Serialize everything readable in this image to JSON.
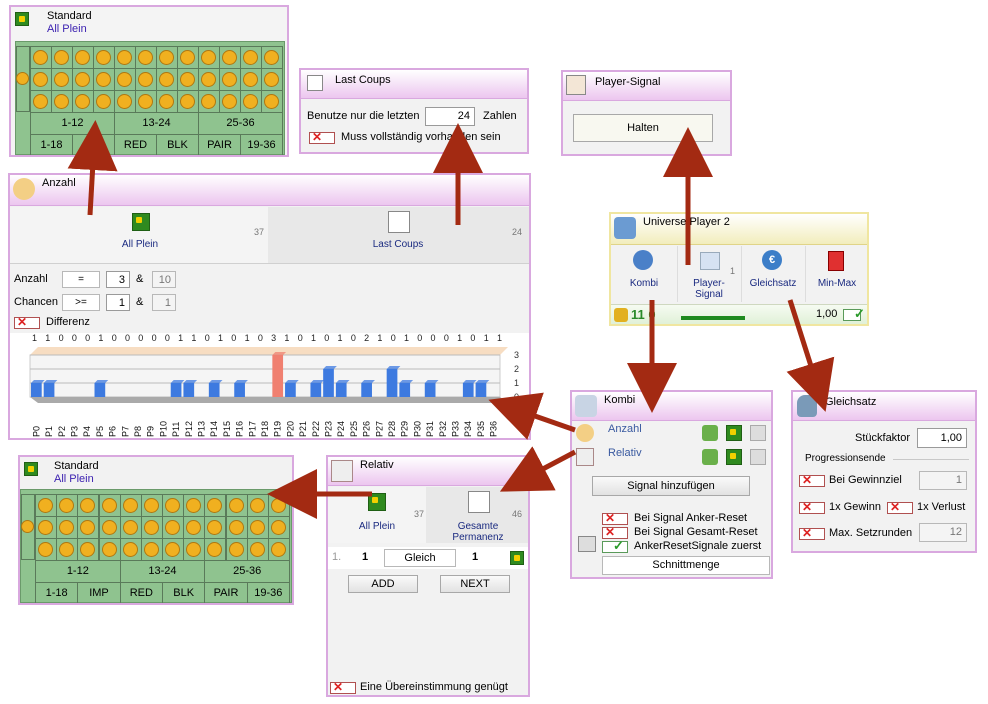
{
  "standard_top": {
    "title": "Standard",
    "subtitle": "All Plein"
  },
  "standard_bottom": {
    "title": "Standard",
    "subtitle": "All Plein"
  },
  "roulette": {
    "row1": [
      "1-12",
      "13-24",
      "25-36"
    ],
    "row2": [
      "1-18",
      "IMP",
      "RED",
      "BLK",
      "PAIR",
      "19-36"
    ]
  },
  "last_coups": {
    "title": "Last Coups",
    "label_prefix": "Benutze nur die letzten",
    "value": "24",
    "label_suffix": "Zahlen",
    "check_label": "Muss vollständig vorhanden sein"
  },
  "player_signal": {
    "title": "Player-Signal",
    "button": "Halten"
  },
  "universe": {
    "title": "Universe Player 2",
    "tabs": [
      {
        "label": "Kombi",
        "num": ""
      },
      {
        "label": "Player-Signal",
        "num": "1"
      },
      {
        "label": "Gleichsatz",
        "num": ""
      },
      {
        "label": "Min-Max",
        "num": ""
      }
    ],
    "score": "11 0",
    "value": "1,00"
  },
  "anzahl": {
    "title": "Anzahl",
    "tab1": {
      "label": "All Plein",
      "num": "37"
    },
    "tab2": {
      "label": "Last Coups",
      "num": "24"
    },
    "row_anzahl": {
      "label": "Anzahl",
      "op": "=",
      "value": "3",
      "amp": "&",
      "value2": "10"
    },
    "row_chancen": {
      "label": "Chancen",
      "op": ">=",
      "value": "1",
      "amp": "&",
      "value2": "1"
    },
    "differenz": "Differenz",
    "top_digits": "1 1 0 0 0 1 0 0 0 0 0 1 1 0 1 0 1 0 3 1 0 1 0 1 0 2 1 0 1 0 0 0 1 0 1 1",
    "axis_ticks": [
      "3",
      "2",
      "1",
      "0"
    ]
  },
  "chart_data": {
    "type": "bar",
    "title": "",
    "categories": [
      "P0",
      "P1",
      "P2",
      "P3",
      "P4",
      "P5",
      "P6",
      "P7",
      "P8",
      "P9",
      "P10",
      "P11",
      "P12",
      "P13",
      "P14",
      "P15",
      "P16",
      "P17",
      "P18",
      "P19",
      "P20",
      "P21",
      "P22",
      "P23",
      "P24",
      "P25",
      "P26",
      "P27",
      "P28",
      "P29",
      "P30",
      "P31",
      "P32",
      "P33",
      "P34",
      "P35",
      "P36"
    ],
    "values": [
      1,
      1,
      0,
      0,
      0,
      1,
      0,
      0,
      0,
      0,
      0,
      1,
      1,
      0,
      1,
      0,
      1,
      0,
      0,
      3,
      1,
      0,
      1,
      2,
      1,
      0,
      1,
      0,
      2,
      1,
      0,
      1,
      0,
      0,
      1,
      1,
      0
    ],
    "highlight_index": 19,
    "ylim": [
      0,
      3
    ],
    "grid": true,
    "colors": {
      "bar": "#3d7ae0",
      "highlight": "#f08070",
      "band": "#f2c79a"
    }
  },
  "kombi": {
    "title": "Kombi",
    "items": [
      {
        "label": "Anzahl"
      },
      {
        "label": "Relativ"
      }
    ],
    "add_button": "Signal hinzufügen",
    "options": [
      "Bei Signal Anker-Reset",
      "Bei Signal Gesamt-Reset",
      "AnkerResetSignale zuerst"
    ],
    "mode": "Schnittmenge"
  },
  "gleichsatz": {
    "title": "Gleichsatz",
    "stueckfaktor_label": "Stückfaktor",
    "stueckfaktor": "1,00",
    "section": "Progressionsende",
    "gewinnziel_label": "Bei Gewinnziel",
    "gewinnziel": "1",
    "gewinn_label": "1x Gewinn",
    "verlust_label": "1x Verlust",
    "max_label": "Max. Setzrunden",
    "max": "12"
  },
  "relativ": {
    "title": "Relativ",
    "tab1": {
      "label": "All Plein",
      "num": "37"
    },
    "tab2": {
      "label": "Gesamte Permanenz",
      "num": "46"
    },
    "row_index": "1.",
    "left": "1",
    "op": "Gleich",
    "right": "1",
    "add": "ADD",
    "next": "NEXT",
    "footer": "Eine Übereinstimmung genügt"
  }
}
